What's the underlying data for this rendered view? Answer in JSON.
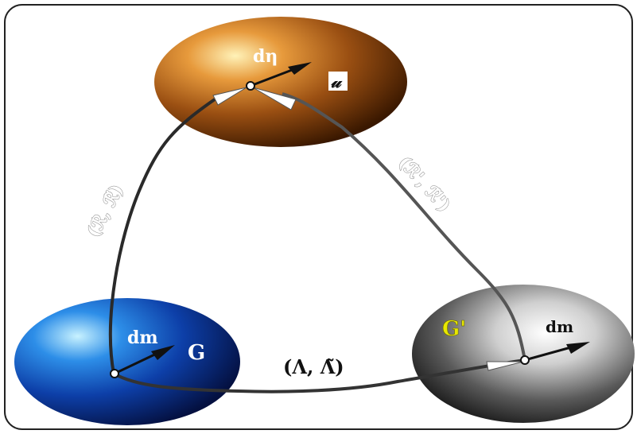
{
  "nodes": {
    "top": {
      "label": "dη",
      "symbol": "𝓊"
    },
    "left": {
      "label": "dm",
      "name": "G"
    },
    "right": {
      "label": "dm",
      "name": "G'"
    }
  },
  "edges": {
    "left_top": "(ℛ, ℛ̃)",
    "right_top": "(ℛ', ℛ̃')",
    "left_right": "(Λ, Λ̃)"
  },
  "colors": {
    "top_ellipse": "#8a4a10",
    "left_ellipse": "#0d3fa8",
    "right_ellipse": "#6a6a6a",
    "right_name": "#e8e800"
  }
}
